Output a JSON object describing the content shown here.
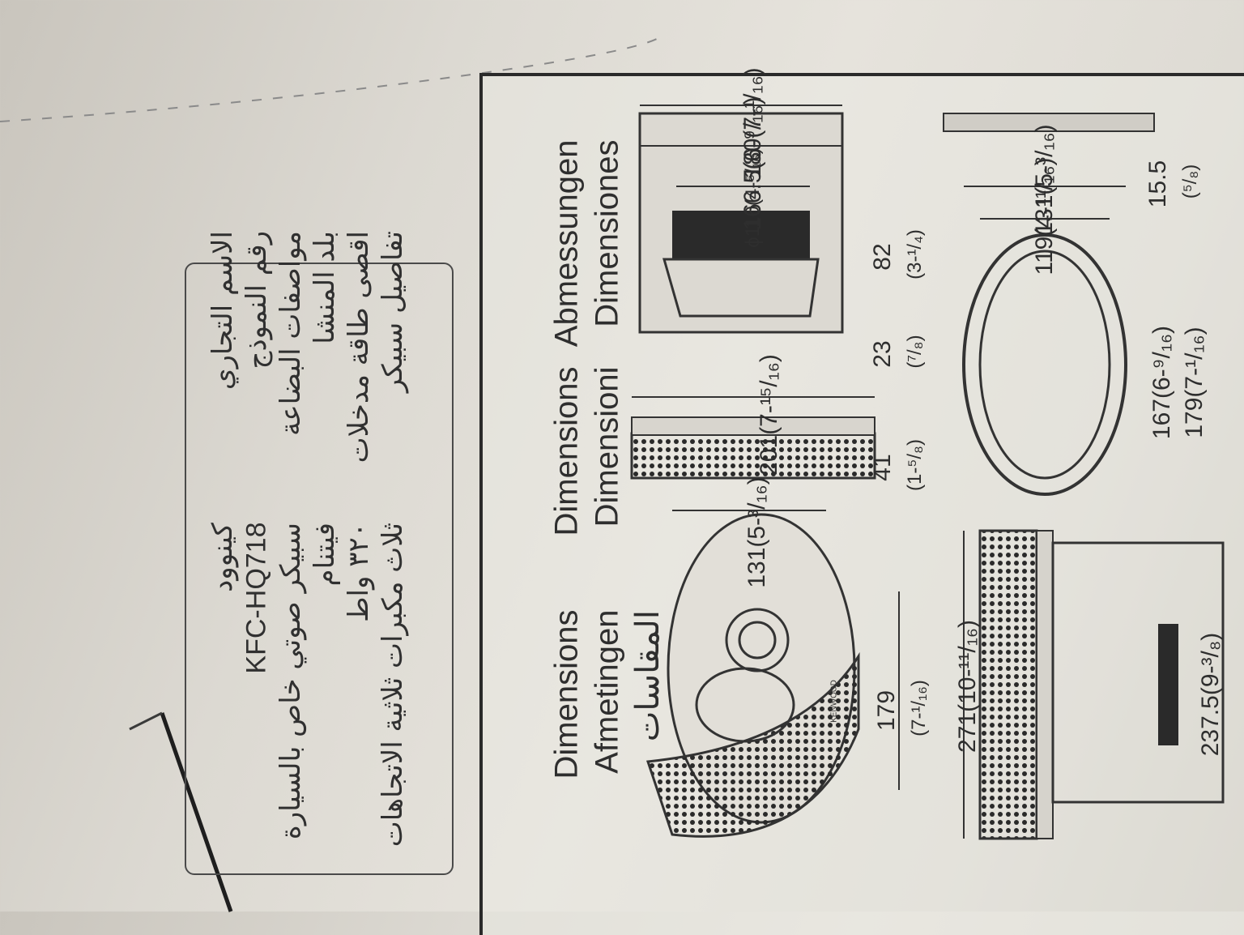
{
  "spec_panel": {
    "labels": [
      "الاسم التجاري",
      "رقم النموذج",
      "مواصفات البضاعة",
      "بلد المنشا",
      "اقصى طاقة مدخلات",
      "تفاصيل سبيكر"
    ],
    "values": [
      "كينوود",
      "KFC-HQ718",
      "سبيكر صوتي خاص بالسيارة",
      "فيتنام",
      "٣٢٠ واط",
      "ثلاث مكبرات ثلاثية الاتجاهات"
    ]
  },
  "dimension_headings": {
    "col1": [
      "Dimensions",
      "Afmetingen",
      "المقاسات"
    ],
    "col2": [
      "Dimensions",
      "Dimensioni"
    ],
    "col3": [
      "Abmessungen",
      "Dimensiones"
    ]
  },
  "measurements": {
    "front_width": "131(5-³/₁₆)",
    "front_height": "179",
    "front_height_in": "(7-¹/₁₆)",
    "grille_width": "201(7-¹⁵/₁₆)",
    "grille_depth": "41",
    "grille_depth_in": "(1-⁵/₈)",
    "side_outer": "180(7-¹/₁₆)",
    "side_inner": "166.5(6-⁹/₁₆)",
    "side_magnet": "ϕ110(4-⁵/₁₆)",
    "side_depth": "82",
    "side_depth_in": "(3-¹/₄)",
    "side_mount": "23",
    "side_mount_in": "(⁷/₈)",
    "cutout_width": "131(5-³/₁₆)",
    "cutout_inner": "119(4-¹¹/₁₆)",
    "cutout_h1": "167(6-⁹/₁₆)",
    "cutout_h2": "179(7-¹/₁₆)",
    "thickness": "15.5",
    "thickness_in": "(⁵/₈)",
    "long_length": "271(10-¹¹/₁₆)",
    "long_length2": "237.5(9-³/₈)"
  },
  "brand_mark": "KENWOOD"
}
